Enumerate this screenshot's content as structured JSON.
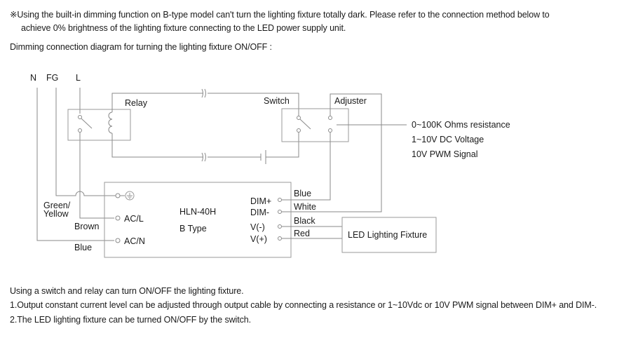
{
  "note": {
    "symbol": "※",
    "line1": "Using the built-in dimming function on B-type model can't turn the lighting fixture totally dark. Please refer to the connection method below to",
    "line2": "achieve 0% brightness of the lighting fixture connecting to the LED power supply unit."
  },
  "diagram_title": "Dimming connection diagram for turning the lighting fixture ON/OFF :",
  "diagram": {
    "mains": {
      "n": "N",
      "fg": "FG",
      "l": "L"
    },
    "relay_label": "Relay",
    "switch_label": "Switch",
    "adjuster_label": "Adjuster",
    "adjuster_options": [
      "0~100K Ohms resistance",
      "1~10V DC Voltage",
      "10V PWM Signal"
    ],
    "wire_labels": {
      "green_yellow_1": "Green/",
      "green_yellow_2": "Yellow",
      "brown": "Brown",
      "blue_in": "Blue"
    },
    "psu": {
      "model": "HLN-40H",
      "type": "B Type",
      "inputs": {
        "ac_l": "AC/L",
        "ac_n": "AC/N"
      },
      "outputs": {
        "dim_plus": "DIM+",
        "dim_minus": "DIM-",
        "v_minus": "V(-)",
        "v_plus": "V(+)"
      }
    },
    "output_wires": {
      "blue": "Blue",
      "white": "White",
      "black": "Black",
      "red": "Red"
    },
    "fixture_label": "LED Lighting Fixture"
  },
  "footer": {
    "intro": "Using a switch and relay can turn ON/OFF the lighting fixture.",
    "item1": "1.Output constant current level can be adjusted through output cable by connecting a resistance or 1~10Vdc or 10V PWM signal between DIM+ and DIM-.",
    "item2": "2.The LED lighting fixture can be turned ON/OFF by the switch."
  }
}
